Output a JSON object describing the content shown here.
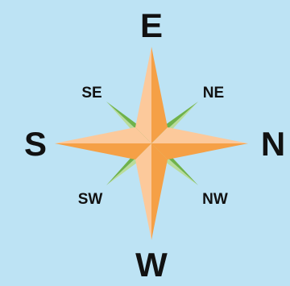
{
  "colors": {
    "background": "#bde3f4",
    "primary_light": "#fcc99b",
    "primary_dark": "#f5a046",
    "secondary_light": "#b9dc9b",
    "secondary_dark": "#6fb24a",
    "text": "#111111"
  },
  "labels": {
    "cardinal": {
      "top": "E",
      "right": "N",
      "bottom": "W",
      "left": "S"
    },
    "intercardinal": {
      "top_left": "SE",
      "top_right": "NE",
      "bottom_left": "SW",
      "bottom_right": "NW"
    }
  }
}
